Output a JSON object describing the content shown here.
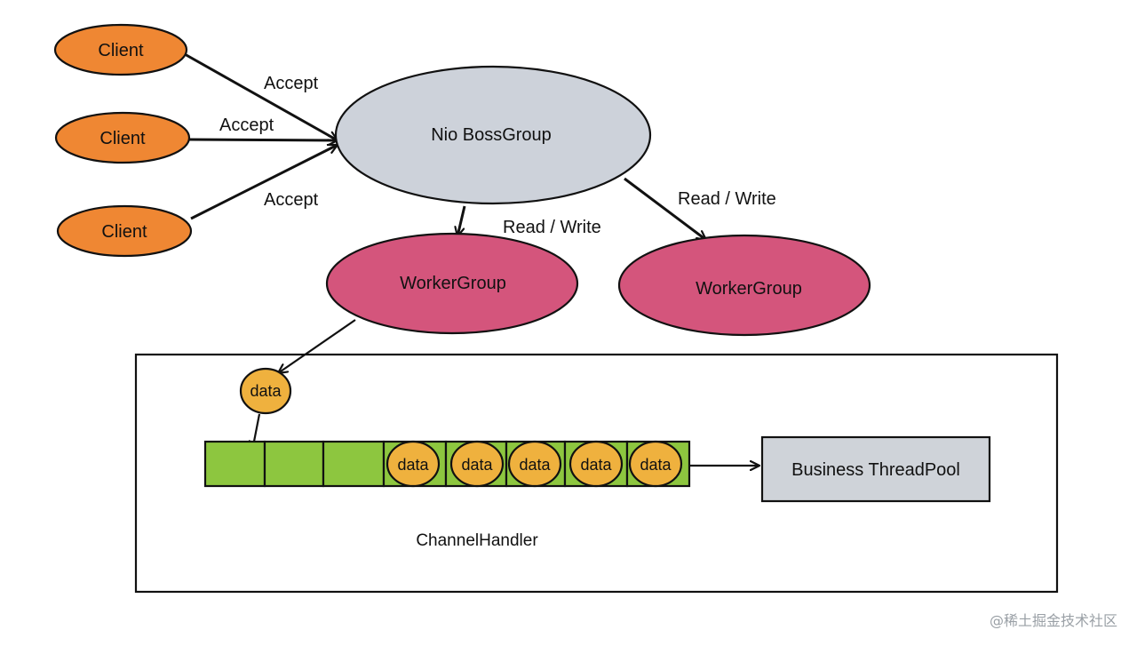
{
  "colors": {
    "client": "#ef8733",
    "boss": "#cdd2da",
    "worker": "#d4557c",
    "data": "#efb13e",
    "slot": "#8dc63f",
    "threadpool": "#cfd3d9",
    "stroke": "#111111"
  },
  "clients": [
    {
      "label": "Client"
    },
    {
      "label": "Client"
    },
    {
      "label": "Client"
    }
  ],
  "accept_labels": [
    "Accept",
    "Accept",
    "Accept"
  ],
  "boss": {
    "label": "Nio BossGroup"
  },
  "workers": [
    {
      "label": "WorkerGroup"
    },
    {
      "label": "WorkerGroup"
    }
  ],
  "rw_labels": [
    "Read / Write",
    "Read / Write"
  ],
  "incoming_data": {
    "label": "data"
  },
  "queue": {
    "empty_slots": 3,
    "data_items": [
      "data",
      "data",
      "data",
      "data",
      "data"
    ]
  },
  "threadpool": {
    "label": "Business ThreadPool"
  },
  "container": {
    "label": "ChannelHandler"
  },
  "watermark": "@稀土掘金技术社区"
}
